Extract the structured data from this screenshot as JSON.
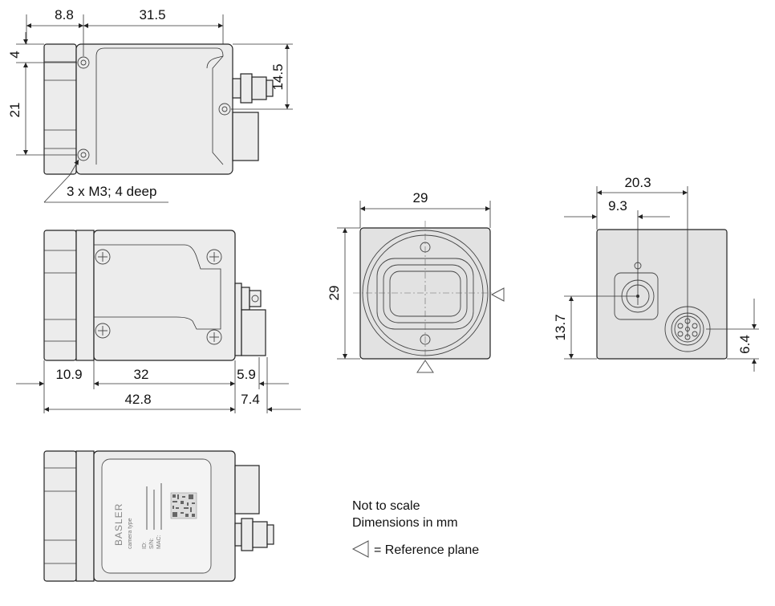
{
  "dimensions": {
    "top_view": {
      "width_left": "8.8",
      "width_right": "31.5",
      "height_top": "4",
      "height_holes": "21",
      "connector_height": "14.5",
      "holes_note": "3 x M3; 4 deep"
    },
    "side_view": {
      "seg_left": "10.9",
      "seg_mid": "32",
      "seg_right": "5.9",
      "total": "42.8",
      "connector": "7.4"
    },
    "front_view": {
      "width": "29",
      "height": "29"
    },
    "back_view": {
      "width_outer": "20.3",
      "width_inner": "9.3",
      "height_left": "13.7",
      "height_right": "6.4"
    }
  },
  "label": {
    "brand": "BASLER",
    "camera_type": "camera type",
    "id": "ID:",
    "sn": "S/N:",
    "mac": "MAC:"
  },
  "notes": {
    "line1": "Not to scale",
    "line2": "Dimensions in mm",
    "reference": "= Reference plane"
  },
  "colors": {
    "body": "#ececec",
    "face": "#e2e2e2",
    "stroke": "#222222"
  }
}
